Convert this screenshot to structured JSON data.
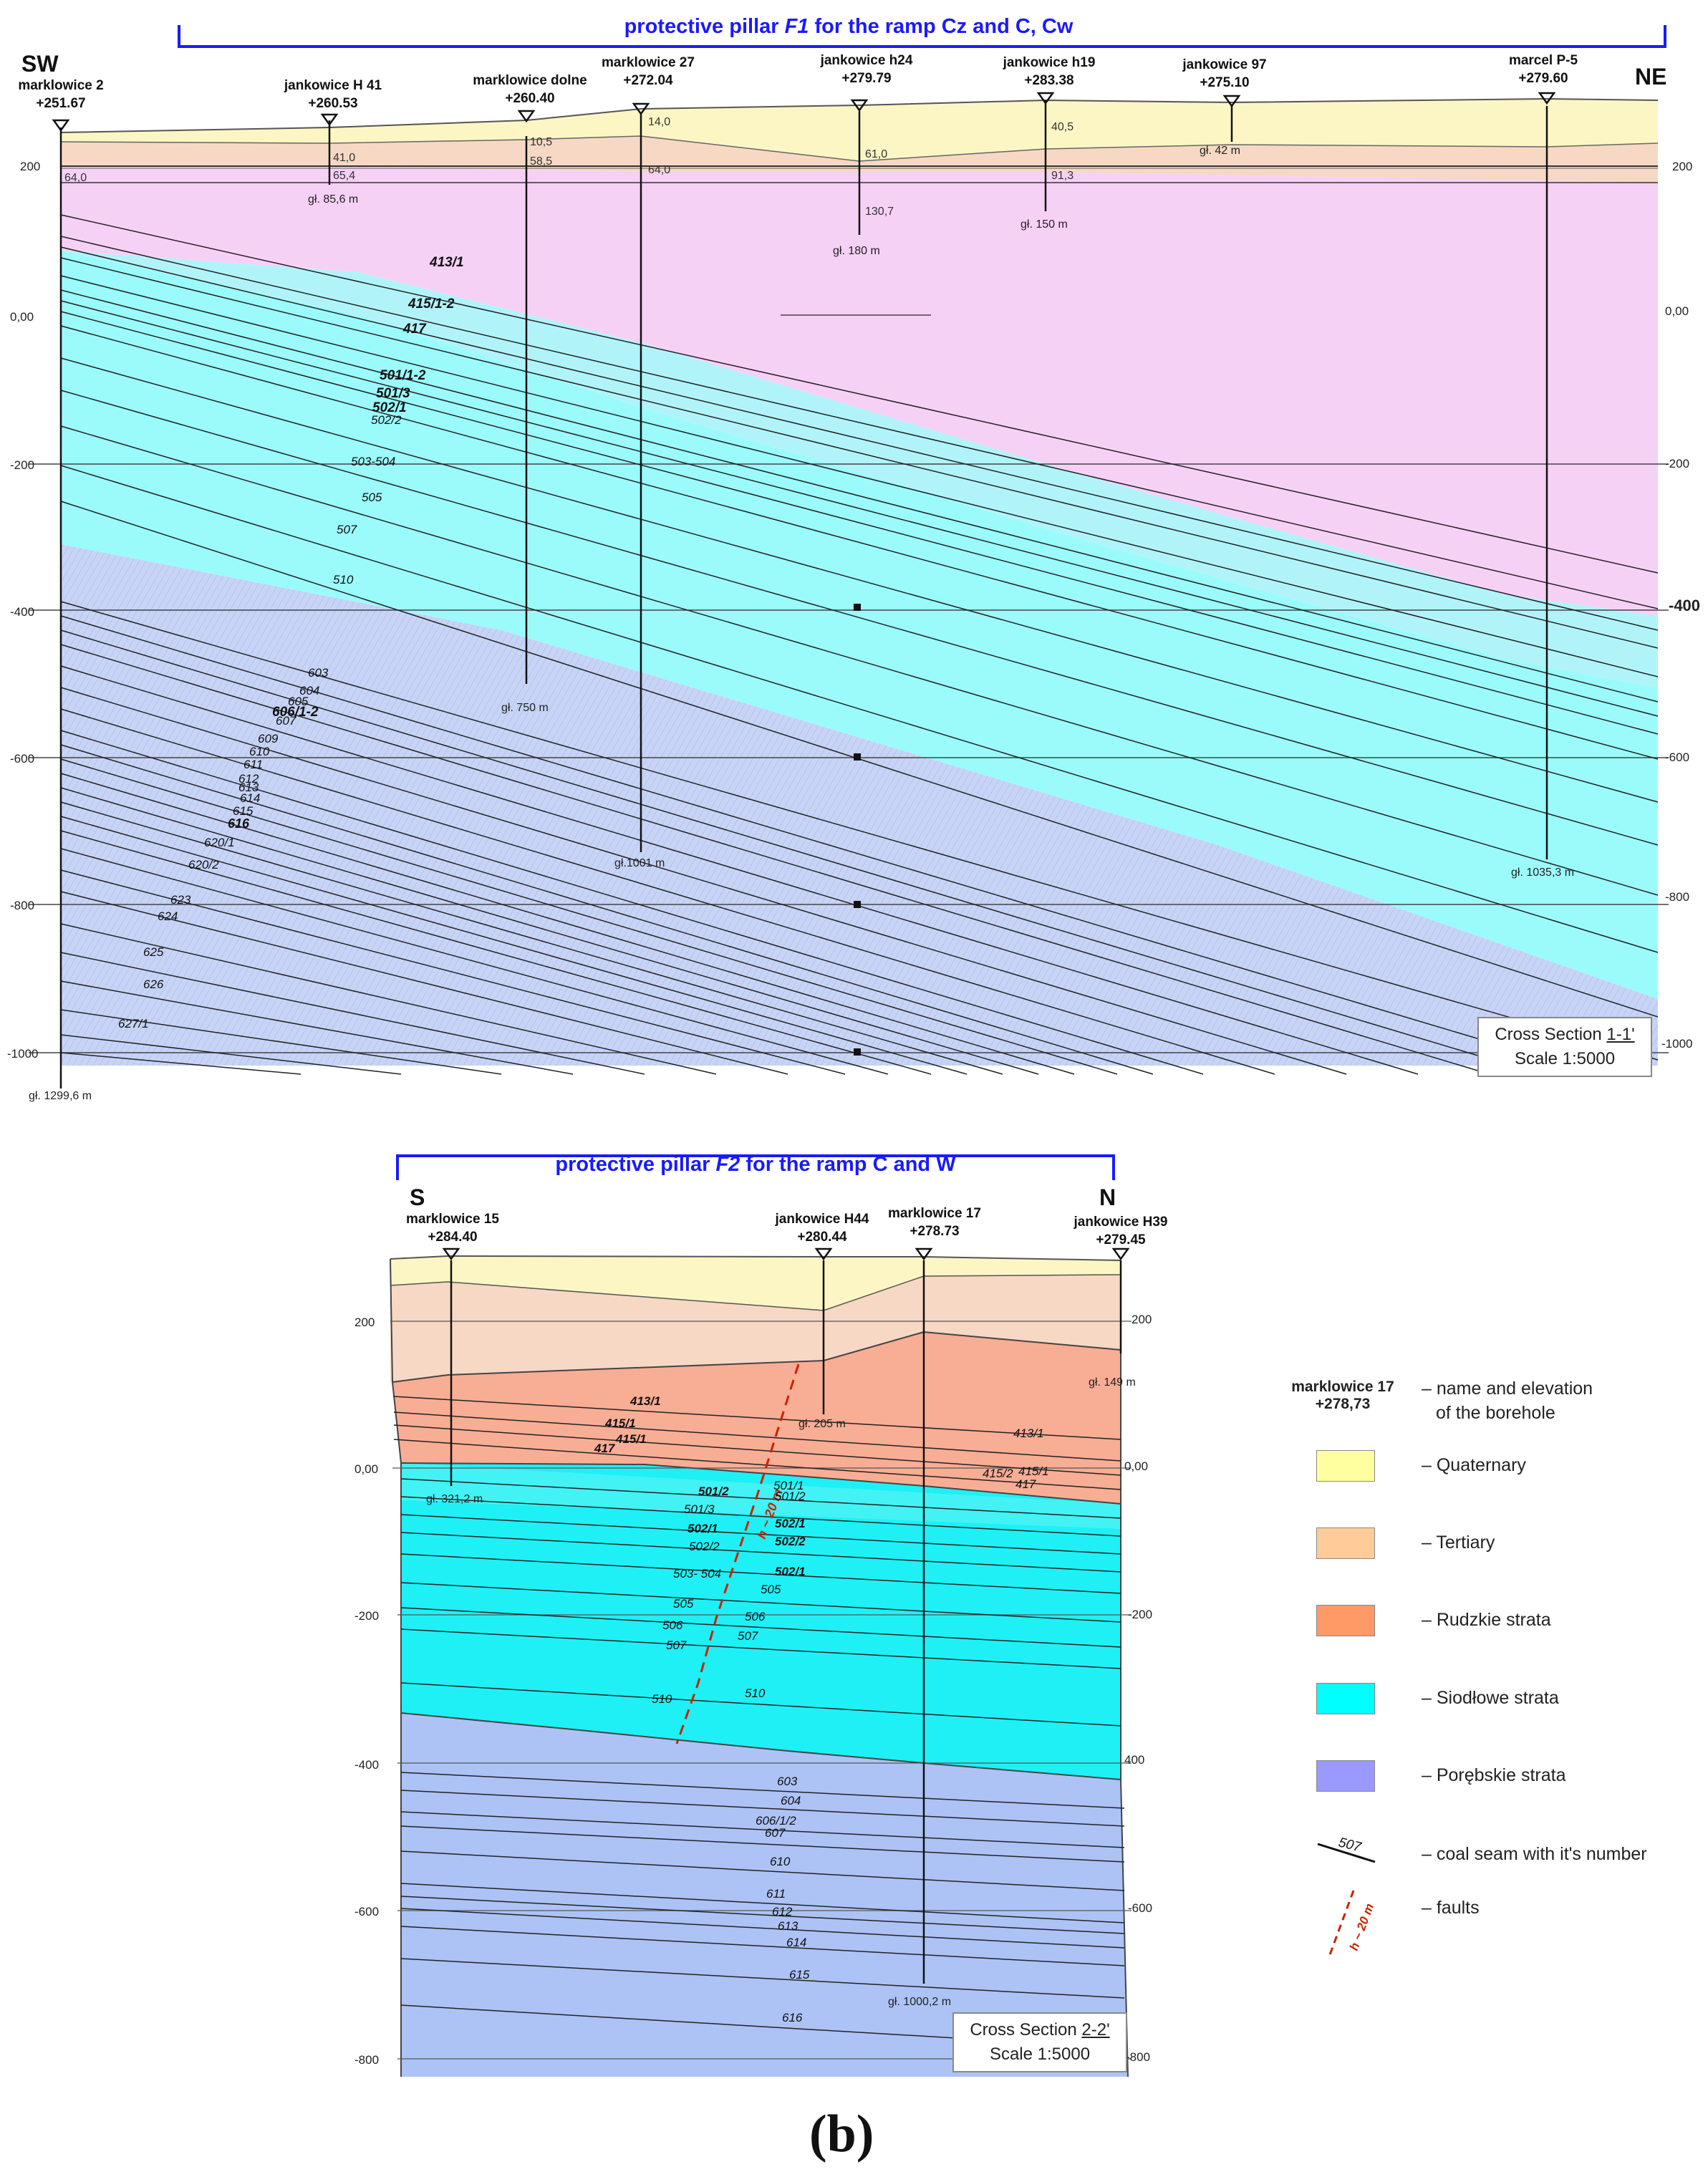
{
  "section1": {
    "pillar_title": "protective pillar F1 for the ramp Cz and C, Cw",
    "pillar_prefix": "protective pillar ",
    "pillar_id": "F1",
    "pillar_suffix": " for the ramp Cz and C, Cw",
    "direction_left": "SW",
    "direction_right": "NE",
    "boreholes": [
      {
        "name": "marklowice 2",
        "elevation": "+251.67",
        "depth": "gł. 1299,6 m"
      },
      {
        "name": "jankowice H 41",
        "elevation": "+260.53",
        "depth": "gł. 85,6 m"
      },
      {
        "name": "marklowice dolne",
        "elevation": "+260.40",
        "depth": "gł. 750 m"
      },
      {
        "name": "marklowice 27",
        "elevation": "+272.04",
        "depth": "gł.1001 m"
      },
      {
        "name": "jankowice h24",
        "elevation": "+279.79",
        "depth": "gł. 180 m"
      },
      {
        "name": "jankowice h19",
        "elevation": "+283.38",
        "depth": "gł. 150 m"
      },
      {
        "name": "jankowice 97",
        "elevation": "+275.10",
        "depth": "gł. 42 m"
      },
      {
        "name": "marcel P-5",
        "elevation": "+279.60",
        "depth": "gł. 1035,3 m"
      }
    ],
    "borehole_depth_marks": [
      "41,0",
      "65,4",
      "10,5",
      "58,5",
      "14,0",
      "64,0",
      "61,0",
      "130,7",
      "40,5",
      "91,3",
      "64,0"
    ],
    "left_axis": [
      "200",
      "0,00",
      "-200",
      "-400",
      "-600",
      "-800",
      "-1000"
    ],
    "right_axis": [
      "200",
      "0,00",
      "-200",
      "-400",
      "-600",
      "-800",
      "-1000"
    ],
    "seams_bold": [
      "413/1",
      "415/1-2",
      "417",
      "501/1-2",
      "501/3",
      "502/1",
      "606/1-2",
      "616"
    ],
    "seams": [
      "502/2",
      "503-504",
      "505",
      "507",
      "510",
      "603",
      "604",
      "605",
      "607",
      "609",
      "610",
      "611",
      "612",
      "613",
      "614",
      "615",
      "620/1",
      "620/2",
      "623",
      "624",
      "625",
      "626",
      "627/1"
    ],
    "scale_title": "Cross Section 1-1'",
    "scale_title_pre": "Cross Section ",
    "scale_title_id": "1-1'",
    "scale": "Scale 1:5000"
  },
  "section2": {
    "pillar_title": "protective pillar F2 for the ramp C and W",
    "pillar_prefix": "protective pillar ",
    "pillar_id": "F2",
    "pillar_suffix": " for the ramp C and W",
    "direction_left": "S",
    "direction_right": "N",
    "boreholes": [
      {
        "name": "marklowice 15",
        "elevation": "+284.40",
        "depth": "gł. 321,2 m"
      },
      {
        "name": "jankowice H44",
        "elevation": "+280.44",
        "depth": "gł. 205 m"
      },
      {
        "name": "marklowice 17",
        "elevation": "+278.73",
        "depth": "gł. 1000,2 m"
      },
      {
        "name": "jankowice H39",
        "elevation": "+279.45",
        "depth": "gł. 149 m"
      }
    ],
    "left_axis": [
      "200",
      "0,00",
      "-200",
      "-400",
      "-600",
      "-800"
    ],
    "right_axis": [
      "200",
      "0,00",
      "-200",
      "400",
      "-600",
      "-800"
    ],
    "fault_label": "h ~ 20 m",
    "seams_left": [
      "413/1",
      "415/1",
      "415/1",
      "417",
      "501/2",
      "501/3",
      "502/1",
      "502/2",
      "503- 504",
      "505",
      "506",
      "507",
      "510"
    ],
    "seams_mid": [
      "501/1",
      "501/2",
      "502/1",
      "502/2",
      "502/1",
      "505",
      "506",
      "507",
      "510"
    ],
    "seams_right": [
      "413/1",
      "415/2",
      "415/1",
      "417"
    ],
    "seams_lower": [
      "603",
      "604",
      "606/1/2",
      "607",
      "610",
      "611",
      "612",
      "613",
      "614",
      "615",
      "616"
    ],
    "scale_title": "Cross Section 2-2'",
    "scale_title_pre": "Cross Section ",
    "scale_title_id": "2-2'",
    "scale": "Scale 1:5000"
  },
  "legend": {
    "borehole_example_name": "marklowice 17",
    "borehole_example_elev": "+278,73",
    "borehole_desc_1": "– name and elevation",
    "borehole_desc_2": "of the borehole",
    "items": [
      {
        "label": "– Quaternary",
        "color": "#ffffa0"
      },
      {
        "label": "– Tertiary",
        "color": "#ffcc99"
      },
      {
        "label": "– Rudzkie strata",
        "color": "#ff9966"
      },
      {
        "label": "– Siodłowe strata",
        "color": "#00ffff"
      },
      {
        "label": "– Porębskie strata",
        "color": "#9999ff"
      }
    ],
    "seam_example": "507",
    "seam_desc": "– coal seam with it's number",
    "fault_example": "h ~ 20 m",
    "fault_desc": "– faults"
  },
  "caption": "(b)",
  "colors": {
    "title_blue": "#1a1aff",
    "quaternary": "#fbf6c4",
    "tertiary": "#f6d8c4",
    "carbon_upper_pink": "#f6d1f6",
    "rudzkie": "#f8ad95",
    "siodlowe": "#9bfbfb",
    "siodlowe2": "#1ef0f5",
    "porebskie": "#c7d4f6",
    "porebskie2": "#adc3f6",
    "fault_red": "#cc2200"
  }
}
